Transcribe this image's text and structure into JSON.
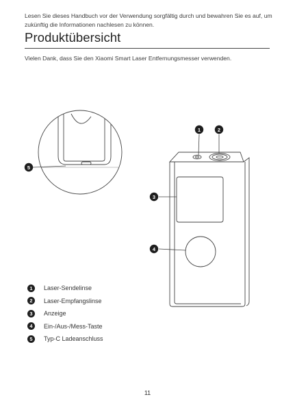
{
  "intro": "Lesen Sie dieses Handbuch vor der Verwendung sorgfältig durch und bewahren Sie es auf, um zukünftig die Informationen nachlesen zu können.",
  "title": "Produktübersicht",
  "thanks": "Vielen Dank, dass Sie den Xiaomi Smart Laser Entfernungsmesser verwenden.",
  "callouts": {
    "c1": "1",
    "c2": "2",
    "c3": "3",
    "c4": "4",
    "c5": "5"
  },
  "legend": [
    {
      "num": "1",
      "label": "Laser-Sendelinse"
    },
    {
      "num": "2",
      "label": "Laser-Empfangslinse"
    },
    {
      "num": "3",
      "label": "Anzeige"
    },
    {
      "num": "4",
      "label": "Ein-/Aus-/Mess-Taste"
    },
    {
      "num": "5",
      "label": "Typ-C Ladeanschluss"
    }
  ],
  "page_number": "11"
}
